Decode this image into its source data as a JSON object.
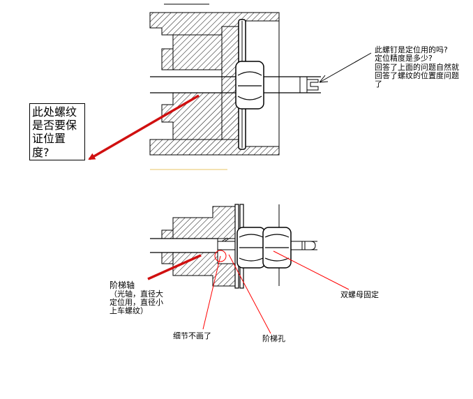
{
  "annotations": {
    "thread_question_box": [
      "此处螺纹",
      "是否要保",
      "证位置",
      "度?"
    ],
    "screw_question": [
      "此螺钉是定位用的吗?",
      "定位精度是多少?",
      "回答了上面的问题自然就",
      "回答了螺纹的位置度问题",
      "了"
    ],
    "stepped_shaft": [
      "阶梯轴",
      "（光轴，直径大",
      "定位用，直径小",
      "上车螺纹）"
    ],
    "double_nut": "双螺母固定",
    "detail_missing": "细节不画了",
    "stepped_hole": "阶梯孔"
  },
  "colors": {
    "red_arrow": "#d01010",
    "red_leader": "#ff0000",
    "hatch": "#000000",
    "outline": "#000000",
    "background": "#ffffff"
  }
}
